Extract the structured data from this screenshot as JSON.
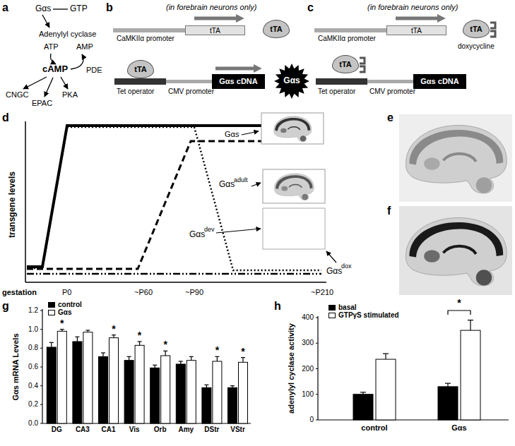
{
  "diagram": {
    "nodes": [
      {
        "text": [
          "tTA"
        ]
      },
      {
        "text": [
          "tTA"
        ]
      },
      {
        "text": [
          "tTA"
        ]
      },
      {
        "text": [
          "Gαs cDNA"
        ]
      },
      {
        "text": [
          "Gαs"
        ]
      },
      {
        "text": [
          "tTA"
        ]
      },
      {
        "text": [
          "tTA"
        ]
      },
      {
        "text": [
          "tTA"
        ]
      },
      {
        "text": [
          "Gαs cDNA"
        ]
      }
    ],
    "labels": [
      "a",
      "Gαs",
      "GTP",
      "Adenylyl cyclase",
      "ATP",
      "AMP",
      "cAMP",
      "PDE",
      "CNGC",
      "EPAC",
      "PKA",
      "b",
      "(in forebrain neurons only)",
      "CaMKIIα promoter",
      "Tet operator",
      "CMV promoter",
      "c",
      "(in forebrain neurons only)",
      "CaMKIIα promoter",
      "Tet operator",
      "CMV promoter",
      "doxycycline",
      "d",
      "transgene levels",
      "Gαs",
      "Gαs",
      "adult",
      "Gαs",
      "dev",
      "Gαs",
      "dox",
      "gestation",
      "P0",
      "~P60",
      "~P90",
      "~P210",
      "e",
      "f",
      "g",
      "Gαs mRNA Levels",
      "0.0",
      "0.2",
      "0.4",
      "0.6",
      "0.8",
      "1.0",
      "1.2",
      "DG",
      "CA3",
      "CA1",
      "Vis",
      "Orb",
      "Amy",
      "DStr",
      "VStr",
      "*",
      "*",
      "*",
      "*",
      "*",
      "*",
      "h",
      "adenylyl cyclase activity",
      "0",
      "100",
      "200",
      "300",
      "400",
      "control",
      "Gαs",
      "*"
    ],
    "legend": [
      {
        "text": "control",
        "color": "#000000"
      },
      {
        "text": "Gαs",
        "color": "#ffffff"
      },
      {
        "text": "basal",
        "color": "#000000"
      },
      {
        "text": "GTPγS stimulated",
        "color": "#ffffff"
      }
    ]
  }
}
